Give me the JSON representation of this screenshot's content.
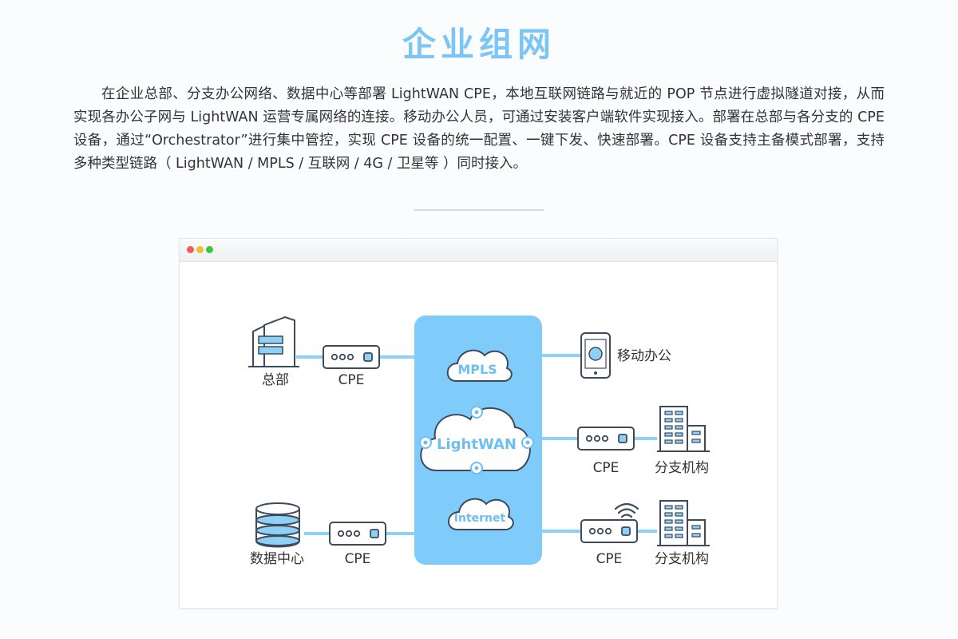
{
  "header": {
    "title": "企业组网"
  },
  "intro": {
    "text": "在企业总部、分支办公网络、数据中心等部署 LightWAN CPE，本地互联网链路与就近的 POP 节点进行虚拟隧道对接，从而实现各办公子网与 LightWAN 运营专属网络的连接。移动办公人员，可通过安装客户端软件实现接入。部署在总部与各分支的 CPE 设备，通过“Orchestrator”进行集中管控，实现 CPE 设备的统一配置、一键下发、快速部署。CPE 设备支持主备模式部署，支持多种类型链路（ LightWAN / MPLS / 互联网 / 4G / 卫星等 ）同时接入。"
  },
  "diagram": {
    "headquarters_label": "总部",
    "datacenter_label": "数据中心",
    "cpe_label": "CPE",
    "mobile_label": "移动办公",
    "branch_label": "分支机构",
    "clouds": {
      "mpls": "MPLS",
      "lightwan": "LightWAN",
      "internet": "Internet"
    }
  },
  "colors": {
    "accent": "#7cc6f5",
    "panel": "#7fccfb",
    "link": "#8fd0f7",
    "stroke": "#3d4a5c"
  }
}
